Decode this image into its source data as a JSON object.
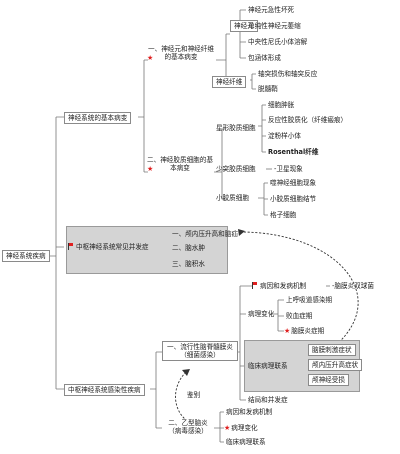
{
  "root": "神经系统疾病",
  "basic": {
    "label": "神经系统的基本病变",
    "neuron_glia": {
      "label": "一、神经元和神经纤维的基本病变",
      "neuron": {
        "label": "神经元",
        "items": [
          "神经元急性坏死",
          "单纯性神经元萎缩",
          "中央性尼氏小体溶解",
          "包涵体形成"
        ]
      },
      "fiber": {
        "label": "神经纤维",
        "items": [
          "轴突损伤和轴突反应",
          "脱髓鞘"
        ]
      }
    },
    "glial": {
      "label": "二、神经胶质细胞的基本病变",
      "astro": {
        "label": "星形胶质细胞",
        "items": [
          "细胞肿胀",
          "反应性胶质化（纤维瘢痕）",
          "淀粉样小体",
          "Rosenthal纤维"
        ]
      },
      "oligo": {
        "label": "少突胶质细胞",
        "item": "卫星现象"
      },
      "micro": {
        "label": "小胶质细胞",
        "items": [
          "噬神经细胞现象",
          "小胶质细胞结节",
          "格子细胞"
        ]
      }
    }
  },
  "complications": {
    "label": "中枢神经系统常见并发症",
    "items": [
      "一、颅内压升高和脑疝",
      "二、脑水肿",
      "三、脑积水"
    ]
  },
  "infection": {
    "label": "中枢神经系统感染性疾病",
    "meningitis": {
      "label": "一、流行性脑脊髓膜炎（细菌感染）",
      "etiology": "病因和发病机制",
      "etiology_note": "脑膜炎双球菌",
      "pathology": {
        "label": "病理变化",
        "items": [
          "上呼吸道感染期",
          "败血症期",
          "脑膜炎症期"
        ]
      },
      "clinical": {
        "label": "临床病理联系",
        "items": [
          "脑膜刺激症状",
          "颅内压升高症状",
          "颅神经受损"
        ]
      },
      "outcome": "结局和并发症"
    },
    "diff": "鉴别",
    "encephalitis": {
      "label": "二、乙型脑炎（病毒感染）",
      "items": [
        "病因和发病机制",
        "病理变化",
        "临床病理联系"
      ]
    }
  }
}
